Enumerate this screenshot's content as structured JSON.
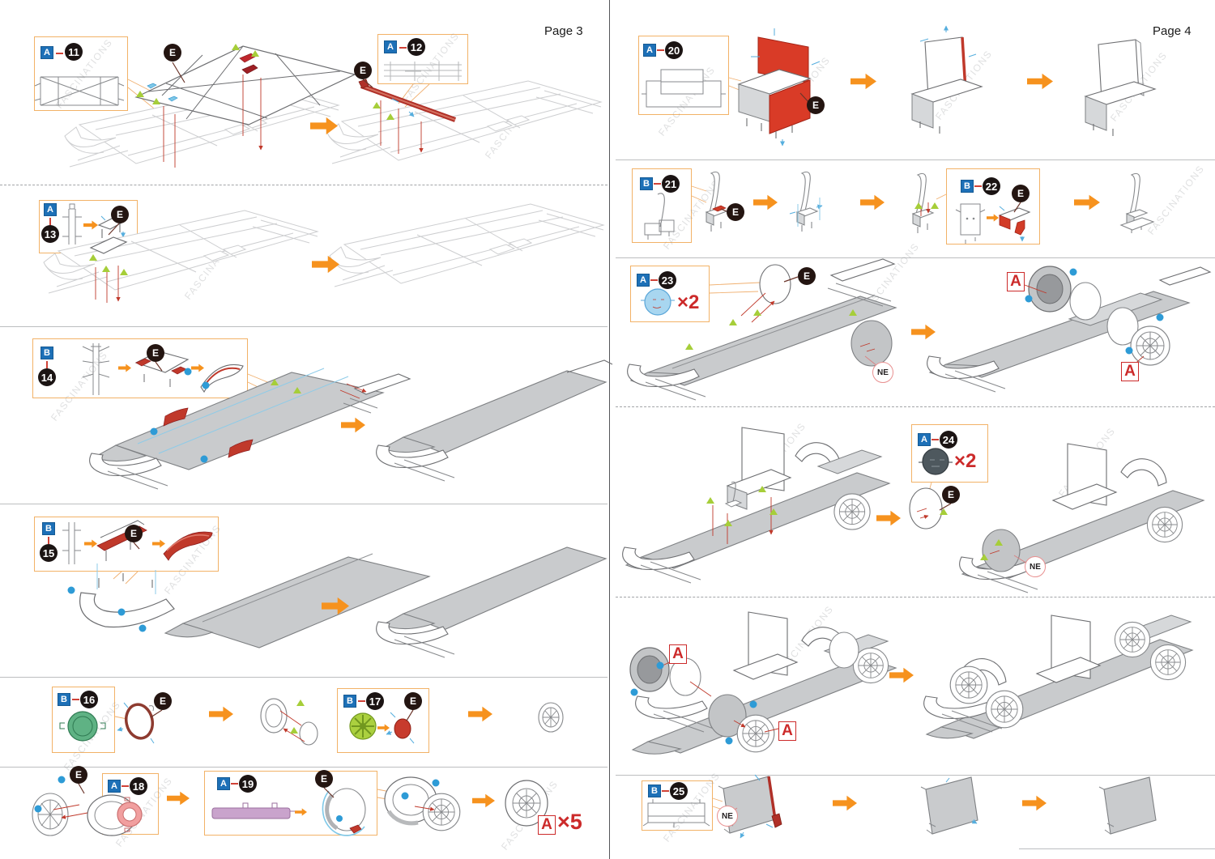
{
  "shared": {
    "e": "E",
    "ne": "NE",
    "marker_a": "A",
    "watermark": "FASCINATIONS"
  },
  "page3": {
    "label": "Page 3",
    "steps": {
      "s11": {
        "kit": "A",
        "num": "11"
      },
      "s12": {
        "kit": "A",
        "num": "12"
      },
      "s13": {
        "kit": "A",
        "num": "13"
      },
      "s14": {
        "kit": "B",
        "num": "14"
      },
      "s15": {
        "kit": "B",
        "num": "15"
      },
      "s16": {
        "kit": "B",
        "num": "16"
      },
      "s17": {
        "kit": "B",
        "num": "17"
      },
      "s18": {
        "kit": "A",
        "num": "18"
      },
      "s19": {
        "kit": "A",
        "num": "19"
      }
    },
    "wheel_note": {
      "part": "A",
      "qty": "×5"
    }
  },
  "page4": {
    "label": "Page 4",
    "steps": {
      "s20": {
        "kit": "A",
        "num": "20"
      },
      "s21": {
        "kit": "B",
        "num": "21"
      },
      "s22": {
        "kit": "B",
        "num": "22"
      },
      "s23": {
        "kit": "A",
        "num": "23",
        "qty": "×2"
      },
      "s24": {
        "kit": "A",
        "num": "24",
        "qty": "×2"
      },
      "s25": {
        "kit": "B",
        "num": "25"
      }
    }
  },
  "colors": {
    "accent_orange": "#f6921e",
    "box_border": "#f2b267",
    "kit_badge_blue": "#1d70b7",
    "step_circle_black": "#1b1413",
    "part_red": "#d23c28",
    "fold_tab_green": "#a6ce39",
    "dot_blue": "#2e9bd6",
    "marker_red": "#cc2a2a",
    "body_gray": "#c9cbcd"
  }
}
